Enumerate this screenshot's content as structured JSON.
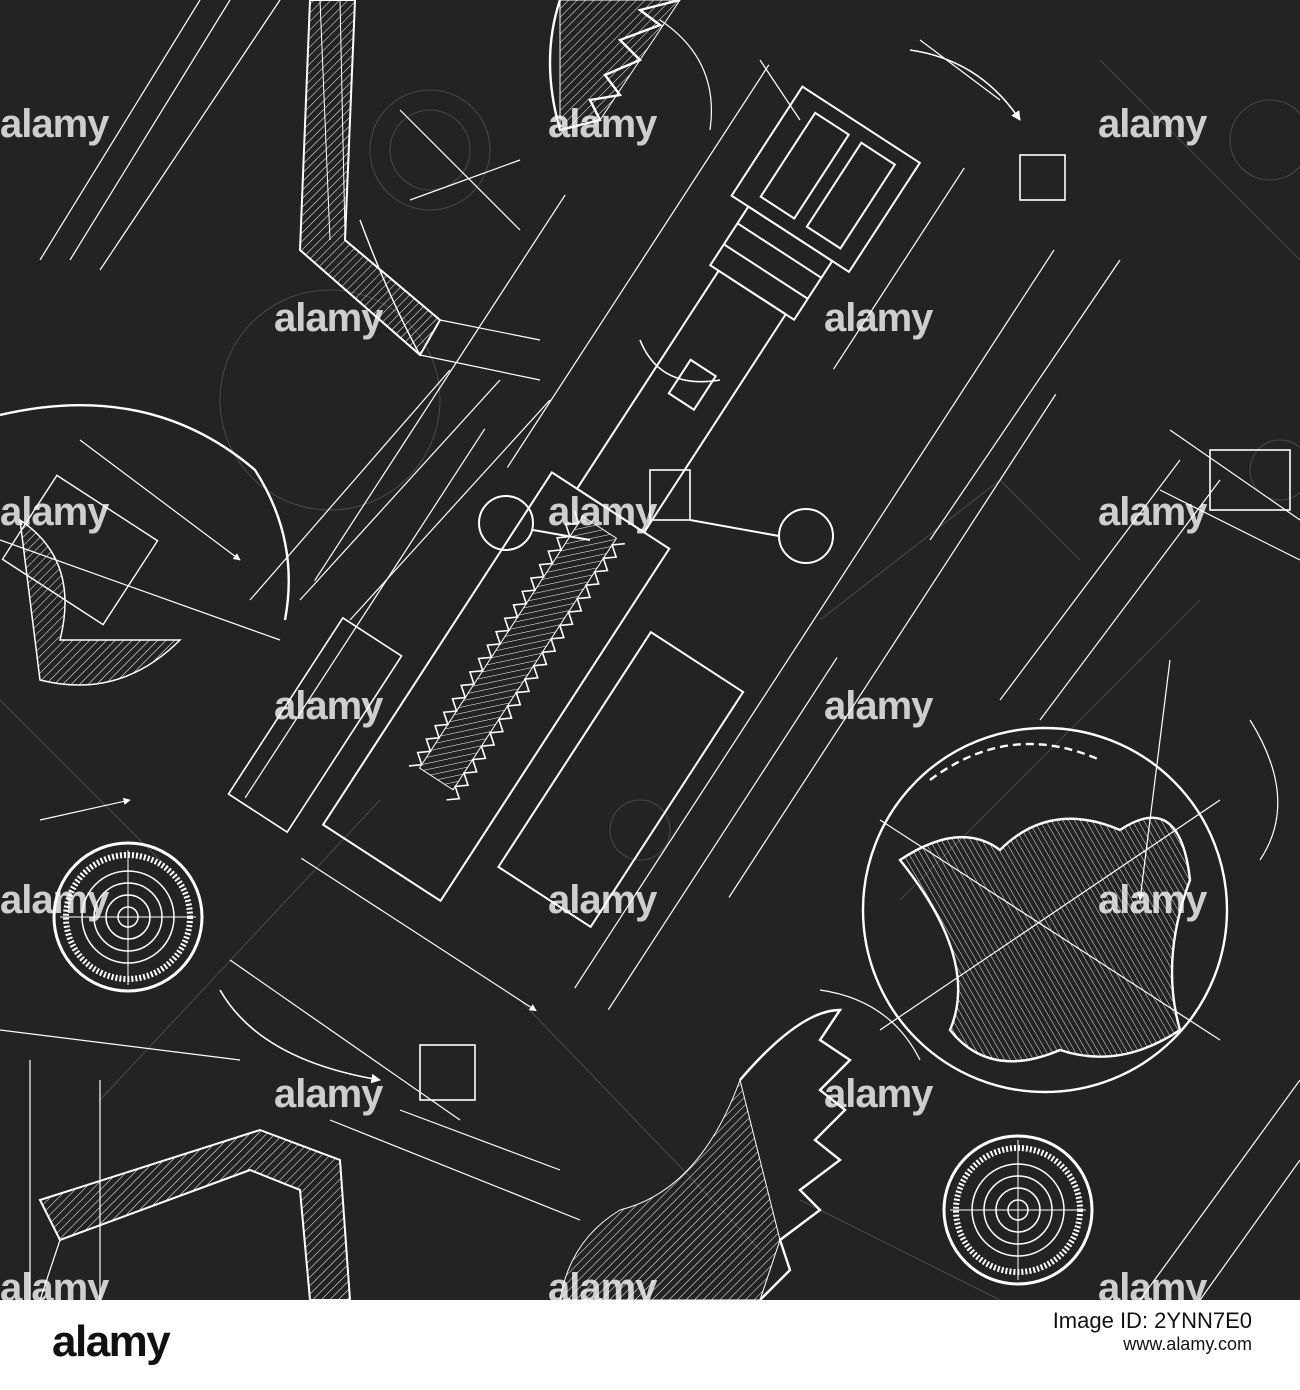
{
  "watermark": {
    "text": "alamy",
    "color": "#ffffff"
  },
  "artwork": {
    "background_color": "#232323",
    "line_color": "#ffffff",
    "faint_line_color": "#5a5a5a"
  },
  "footer": {
    "logo": "alamy",
    "image_id_label": "Image ID: 2YNN7E0",
    "url": "www.alamy.com"
  }
}
